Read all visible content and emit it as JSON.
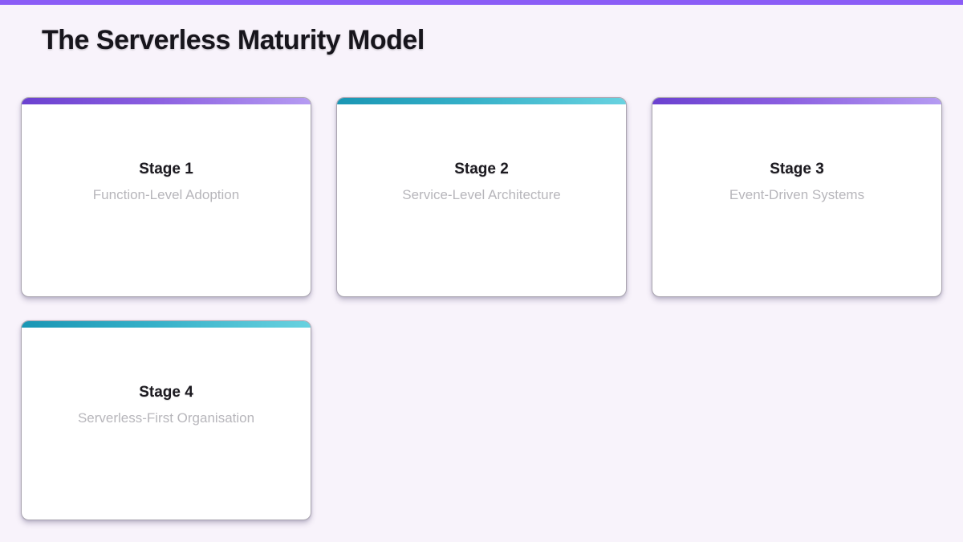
{
  "header": {
    "title": "The Serverless Maturity Model"
  },
  "theme": {
    "top_bar_color": "#8b5cf6",
    "background_color": "#f8f3fb",
    "card_background": "#ffffff",
    "card_border_color": "#aaa5b0",
    "purple_accent_gradient": [
      "#6b41d0",
      "#b59bf2"
    ],
    "teal_accent_gradient": [
      "#1a96b4",
      "#68d2e0"
    ],
    "stage_title_color": "#1c1a20",
    "stage_label_color": "#b7b6bb"
  },
  "cards": [
    {
      "stage": "Stage 1",
      "label": "Function-Level Adoption",
      "accent": "purple"
    },
    {
      "stage": "Stage 2",
      "label": "Service-Level Architecture",
      "accent": "teal"
    },
    {
      "stage": "Stage 3",
      "label": "Event-Driven Systems",
      "accent": "purple"
    },
    {
      "stage": "Stage 4",
      "label": "Serverless-First Organisation",
      "accent": "teal"
    }
  ]
}
